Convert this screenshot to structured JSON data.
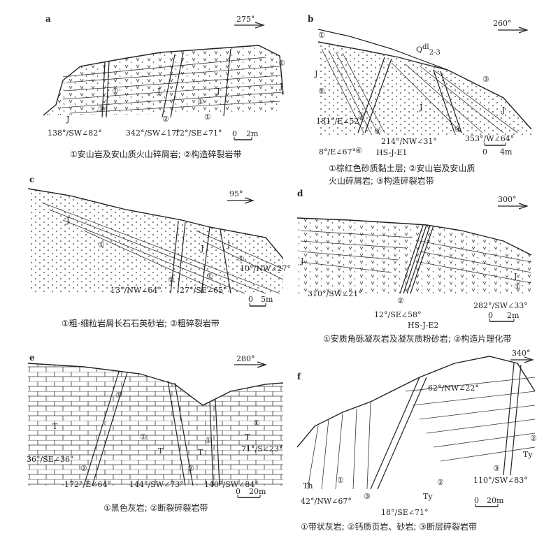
{
  "panels": [
    {
      "id": "a",
      "direction": "275°",
      "labels": [
        "①",
        "①",
        "J",
        "J",
        "J",
        "①",
        "②",
        "①",
        "J",
        "①"
      ],
      "attitudes": [
        "138°/SW∠82°",
        "342°/SW∠17°",
        "12°/SE∠71°"
      ],
      "scale": [
        "0",
        "2m"
      ],
      "caption": "①安山岩及安山质火山碎屑岩; ②构造碎裂岩带"
    },
    {
      "id": "b",
      "direction": "260°",
      "labels": [
        "①",
        "J",
        "②",
        "Q",
        "③",
        "J",
        "J",
        "①",
        "③",
        "④",
        "④"
      ],
      "quaternary_sup": "dl",
      "quaternary_sub": "2-3",
      "attitudes": [
        "181°/E∠52°",
        "214°/NW∠31°",
        "353°/W∠64°",
        "8°/E∠67°"
      ],
      "sample": "HS-J-E1",
      "scale": [
        "0",
        "4m"
      ],
      "caption_lines": [
        "①棕红色砂质黏土层; ②安山岩及安山质",
        "火山碎屑岩; ③构造碎裂岩带"
      ]
    },
    {
      "id": "c",
      "direction": "95°",
      "labels": [
        "J",
        "①",
        "J",
        "J",
        "①",
        "②",
        "①"
      ],
      "attitudes": [
        "13°/NW∠64°",
        "27°/SE∠65°",
        "10°/NW∠27°"
      ],
      "scale": [
        "0",
        "5m"
      ],
      "caption": "①粗-细粒岩屑长石石英砂岩; ②粗碎裂岩带"
    },
    {
      "id": "d",
      "direction": "300°",
      "labels": [
        "J",
        "②",
        "J",
        "①"
      ],
      "attitudes": [
        "310°/SW∠21°",
        "12°/SE∠58°",
        "282°/SW∠33°"
      ],
      "sample": "HS-J-E2",
      "scale": [
        "0",
        "2m"
      ],
      "caption": "①安质角砾凝灰岩及凝灰质粉砂岩; ②构造片理化带"
    },
    {
      "id": "e",
      "direction": "280°",
      "labels": [
        "①",
        "T",
        "①",
        "T",
        "T",
        "①",
        "T",
        "①",
        "②",
        "②"
      ],
      "attitudes": [
        "36°/SE∠36°",
        "172°/E∠64°",
        "144°/SW∠73°",
        "140°/SW∠84°",
        "71°/S∠23°"
      ],
      "scale": [
        "0",
        "20m"
      ],
      "caption": "①黑色灰岩; ②断裂碎裂岩带"
    },
    {
      "id": "f",
      "direction": "340°",
      "labels": [
        "Th",
        "①",
        "③",
        "Ty",
        "②",
        "③",
        "②",
        "Ty"
      ],
      "attitudes": [
        "62°/NW∠22°",
        "110°/SW∠83°",
        "42°/NW∠67°",
        "18°/SE∠71°"
      ],
      "scale": [
        "0",
        "20m"
      ],
      "caption": "①带状灰岩; ②钙质页岩、砂岩; ③断层碎裂岩带"
    }
  ]
}
